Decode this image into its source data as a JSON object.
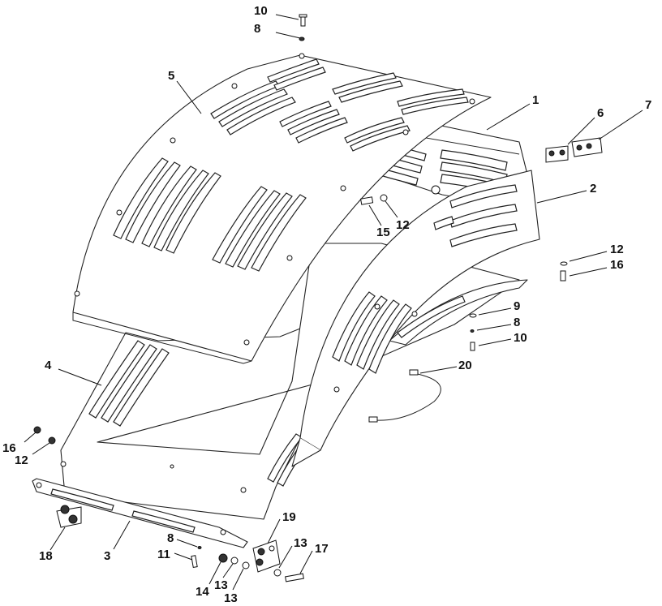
{
  "callouts": [
    {
      "id": "c10-top",
      "label": "10"
    },
    {
      "id": "c8-top",
      "label": "8"
    },
    {
      "id": "c5",
      "label": "5"
    },
    {
      "id": "c1",
      "label": "1"
    },
    {
      "id": "c6",
      "label": "6"
    },
    {
      "id": "c7",
      "label": "7"
    },
    {
      "id": "c2",
      "label": "2"
    },
    {
      "id": "c15",
      "label": "15"
    },
    {
      "id": "c12-mid",
      "label": "12"
    },
    {
      "id": "c12-right",
      "label": "12"
    },
    {
      "id": "c16-right",
      "label": "16"
    },
    {
      "id": "c9",
      "label": "9"
    },
    {
      "id": "c8-right",
      "label": "8"
    },
    {
      "id": "c10-right",
      "label": "10"
    },
    {
      "id": "c20",
      "label": "20"
    },
    {
      "id": "c4",
      "label": "4"
    },
    {
      "id": "c16-left",
      "label": "16"
    },
    {
      "id": "c12-left",
      "label": "12"
    },
    {
      "id": "c19",
      "label": "19"
    },
    {
      "id": "c8-bottom",
      "label": "8"
    },
    {
      "id": "c13-right",
      "label": "13"
    },
    {
      "id": "c17",
      "label": "17"
    },
    {
      "id": "c11",
      "label": "11"
    },
    {
      "id": "c18",
      "label": "18"
    },
    {
      "id": "c3",
      "label": "3"
    },
    {
      "id": "c14",
      "label": "14"
    },
    {
      "id": "c13-a",
      "label": "13"
    },
    {
      "id": "c13-b",
      "label": "13"
    }
  ]
}
